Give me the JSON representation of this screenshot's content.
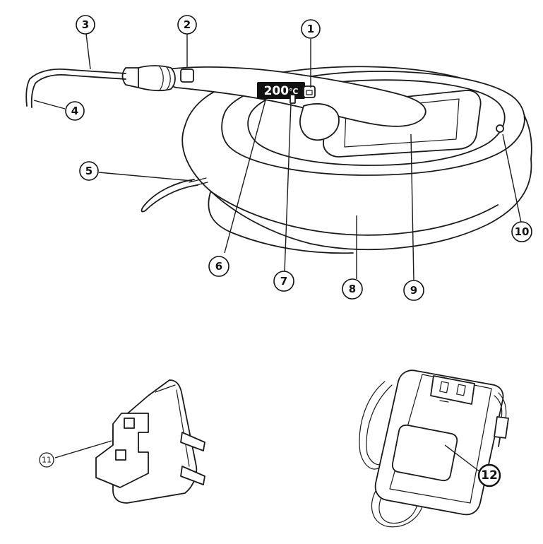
{
  "display": {
    "temperature": "200",
    "unit": "℃"
  },
  "callouts": {
    "c1": "1",
    "c2": "2",
    "c3": "3",
    "c4": "4",
    "c5": "5",
    "c6": "6",
    "c7": "7",
    "c8": "8",
    "c9": "9",
    "c10": "10",
    "c11": "11",
    "c12": "12"
  },
  "colors": {
    "line": "#1a1a1a",
    "display_bg": "#111111",
    "display_text": "#ffffff"
  }
}
